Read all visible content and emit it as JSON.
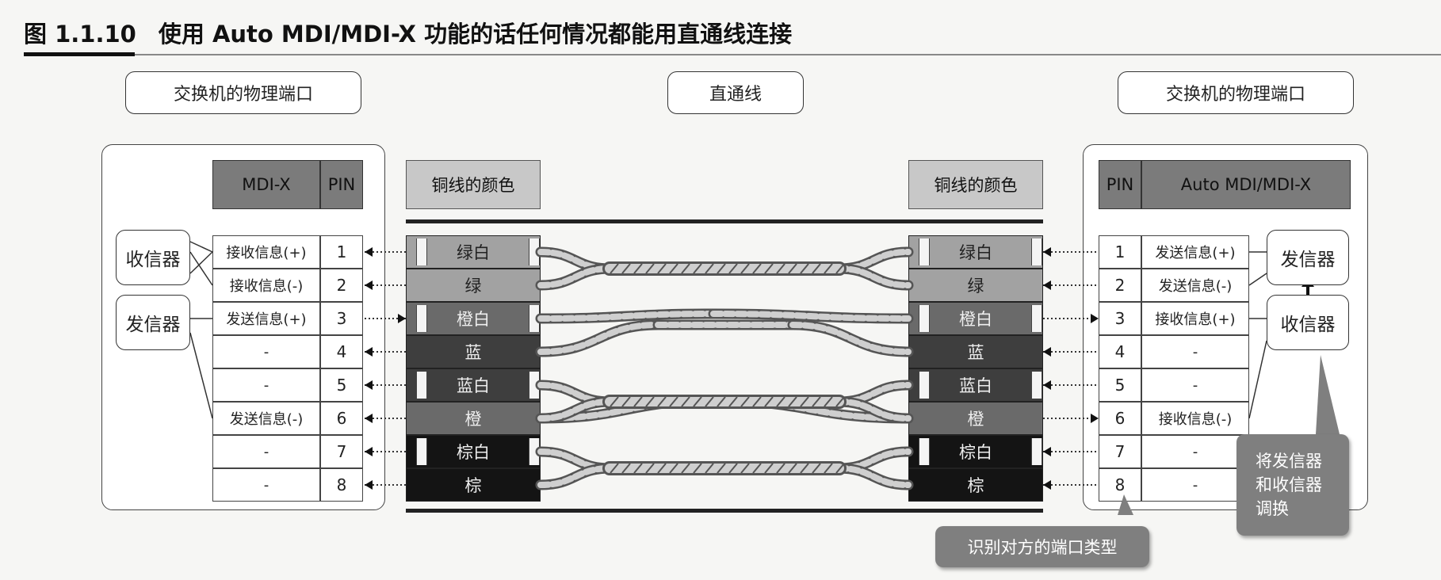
{
  "caption": {
    "number": "图 1.1.10",
    "title": "使用 Auto MDI/MDI-X 功能的话任何情况都能用直通线连接"
  },
  "labels": {
    "left_port": "交换机的物理端口",
    "cable": "直通线",
    "right_port": "交换机的物理端口"
  },
  "left_table": {
    "header_mode": "MDI-X",
    "header_pin": "PIN"
  },
  "right_table": {
    "header_pin": "PIN",
    "header_mode": "Auto MDI/MDI-X"
  },
  "wire_header": "铜线的颜色",
  "left_signals": [
    "接收信息(+)",
    "接收信息(-)",
    "发送信息(+)",
    "-",
    "-",
    "发送信息(-)",
    "-",
    "-"
  ],
  "right_signals": [
    "发送信息(+)",
    "发送信息(-)",
    "接收信息(+)",
    "-",
    "-",
    "接收信息(-)",
    "-",
    "-"
  ],
  "pins": [
    "1",
    "2",
    "3",
    "4",
    "5",
    "6",
    "7",
    "8"
  ],
  "wires": [
    {
      "name": "绿白",
      "fill": "#a2a2a2",
      "text": "#222222",
      "striped": true
    },
    {
      "name": "绿",
      "fill": "#a2a2a2",
      "text": "#222222",
      "striped": false
    },
    {
      "name": "橙白",
      "fill": "#6a6a6a",
      "text": "#eeeeee",
      "striped": true
    },
    {
      "name": "蓝",
      "fill": "#3e3e3e",
      "text": "#eeeeee",
      "striped": false
    },
    {
      "name": "蓝白",
      "fill": "#3e3e3e",
      "text": "#eeeeee",
      "striped": true
    },
    {
      "name": "橙",
      "fill": "#6a6a6a",
      "text": "#eeeeee",
      "striped": false
    },
    {
      "name": "棕白",
      "fill": "#141414",
      "text": "#eeeeee",
      "striped": true
    },
    {
      "name": "棕",
      "fill": "#141414",
      "text": "#eeeeee",
      "striped": false
    }
  ],
  "devices": {
    "left_rx": "收信器",
    "left_tx": "发信器",
    "right_tx": "发信器",
    "right_rx": "收信器"
  },
  "callouts": {
    "detect": "识别对方的端口类型",
    "swap": "将发信器\n和收信器\n调换"
  }
}
